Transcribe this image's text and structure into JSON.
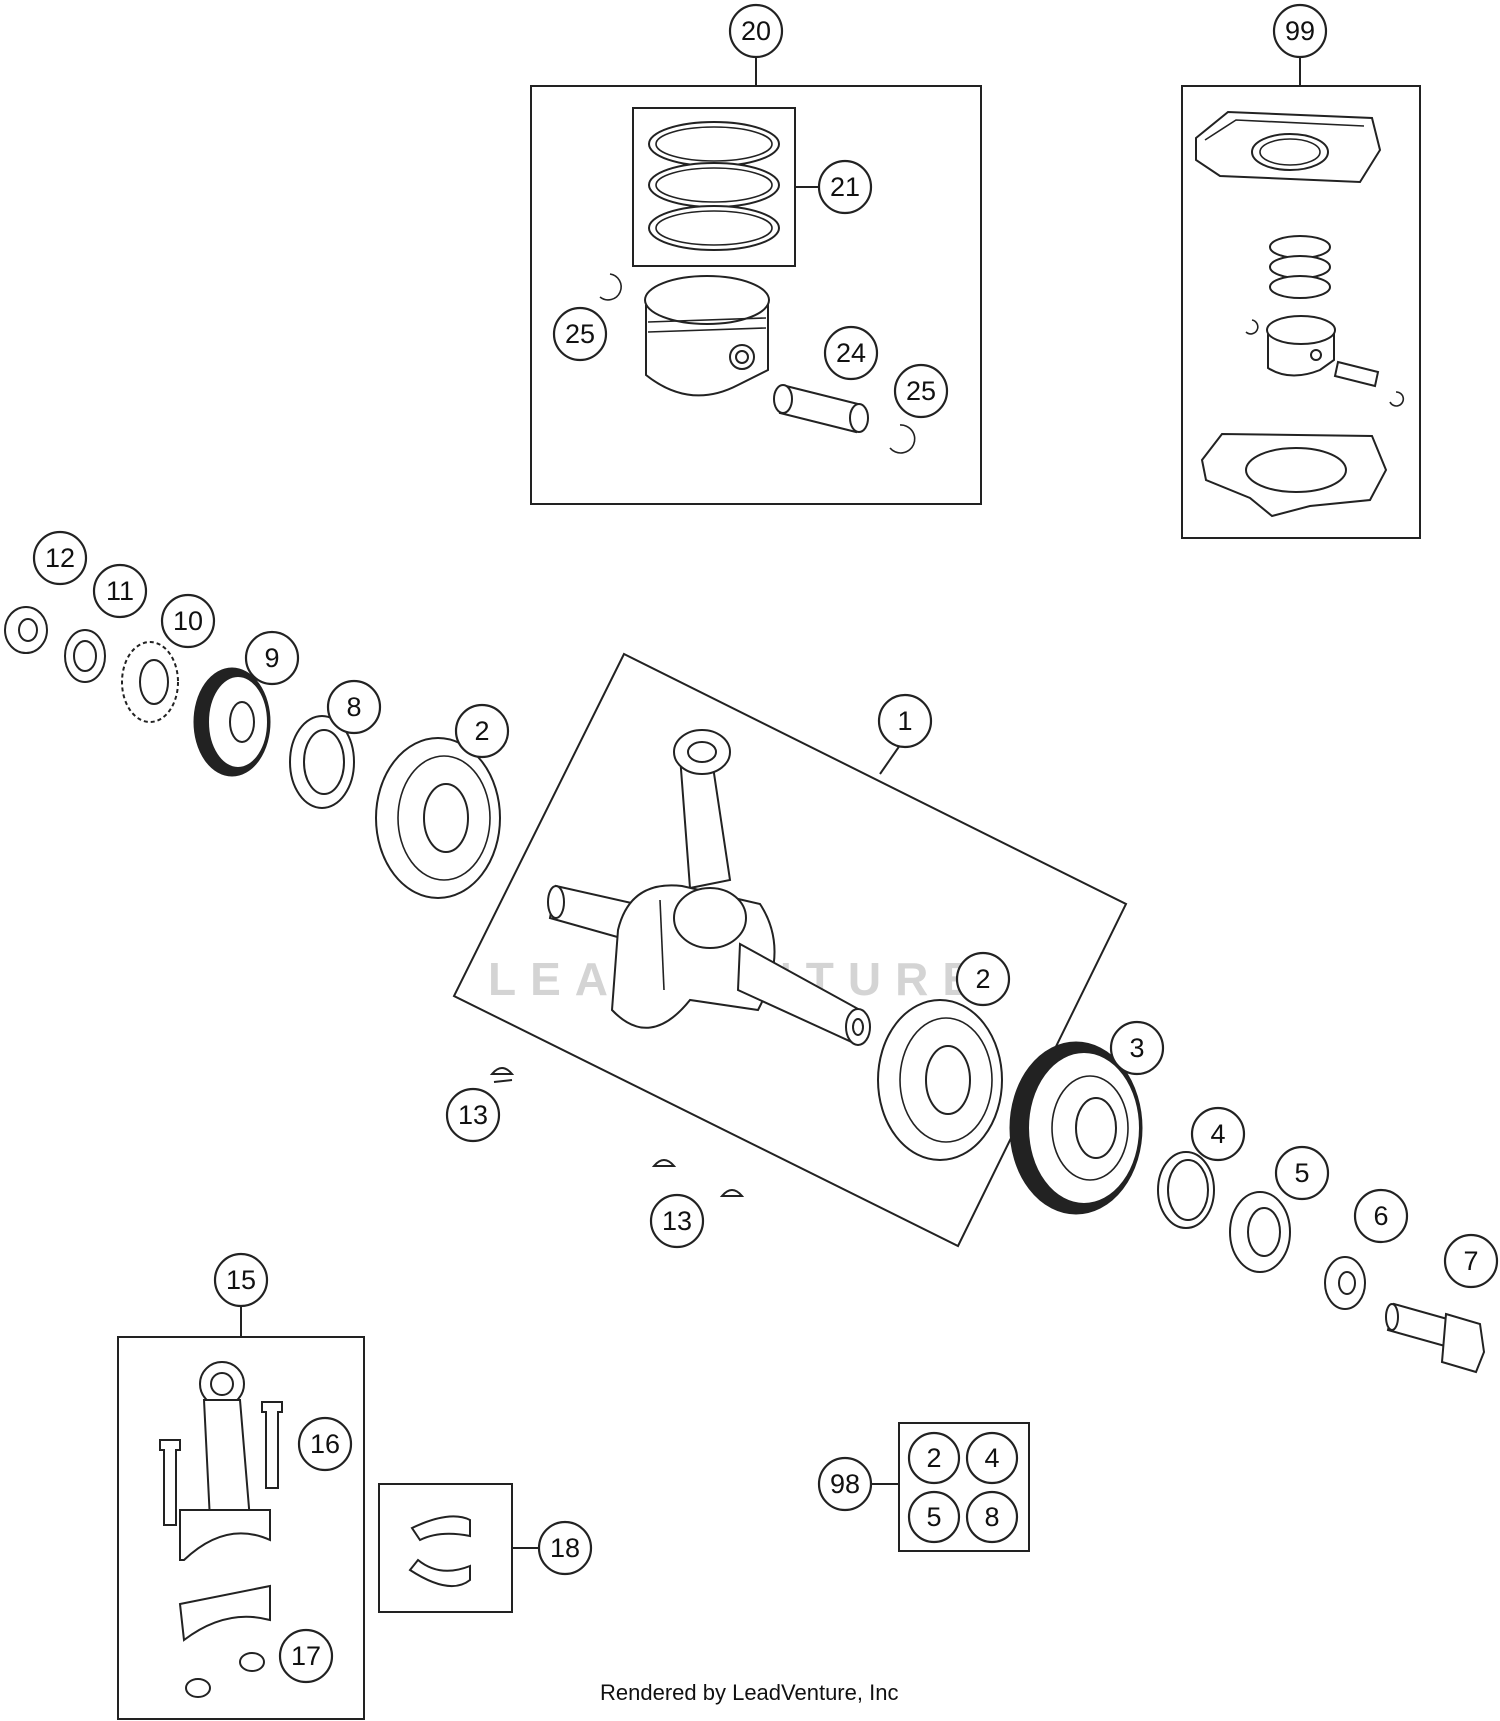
{
  "watermark": "LEADVENTURE",
  "credit": "Rendered by LeadVenture, Inc",
  "callouts": {
    "c1": "1",
    "c2a": "2",
    "c2b": "2",
    "c3": "3",
    "c4": "4",
    "c5": "5",
    "c6": "6",
    "c7": "7",
    "c8": "8",
    "c9": "9",
    "c10": "10",
    "c11": "11",
    "c12": "12",
    "c13a": "13",
    "c13b": "13",
    "c15": "15",
    "c16": "16",
    "c17": "17",
    "c18": "18",
    "c20": "20",
    "c21": "21",
    "c24": "24",
    "c25a": "25",
    "c25b": "25",
    "c98": "98",
    "c99": "99"
  },
  "kit98": {
    "a": "2",
    "b": "4",
    "c": "5",
    "d": "8"
  }
}
